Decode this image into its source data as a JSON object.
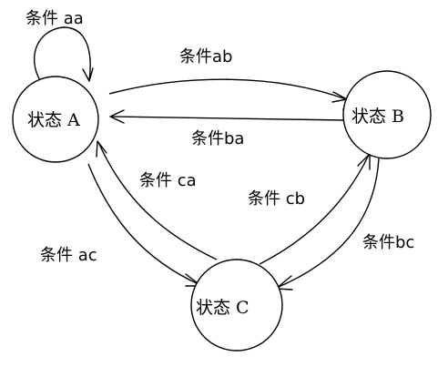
{
  "diagram": {
    "nodes": {
      "a": {
        "label": "状态 A"
      },
      "b": {
        "label": "状态 B"
      },
      "c": {
        "label": "状态 C"
      }
    },
    "edges": {
      "aa": {
        "label": "条件 aa"
      },
      "ab": {
        "label": "条件ab"
      },
      "ba": {
        "label": "条件ba"
      },
      "ca": {
        "label": "条件 ca"
      },
      "cb": {
        "label": "条件 cb"
      },
      "ac": {
        "label": "条件 ac"
      },
      "bc": {
        "label": "条件bc"
      }
    }
  }
}
